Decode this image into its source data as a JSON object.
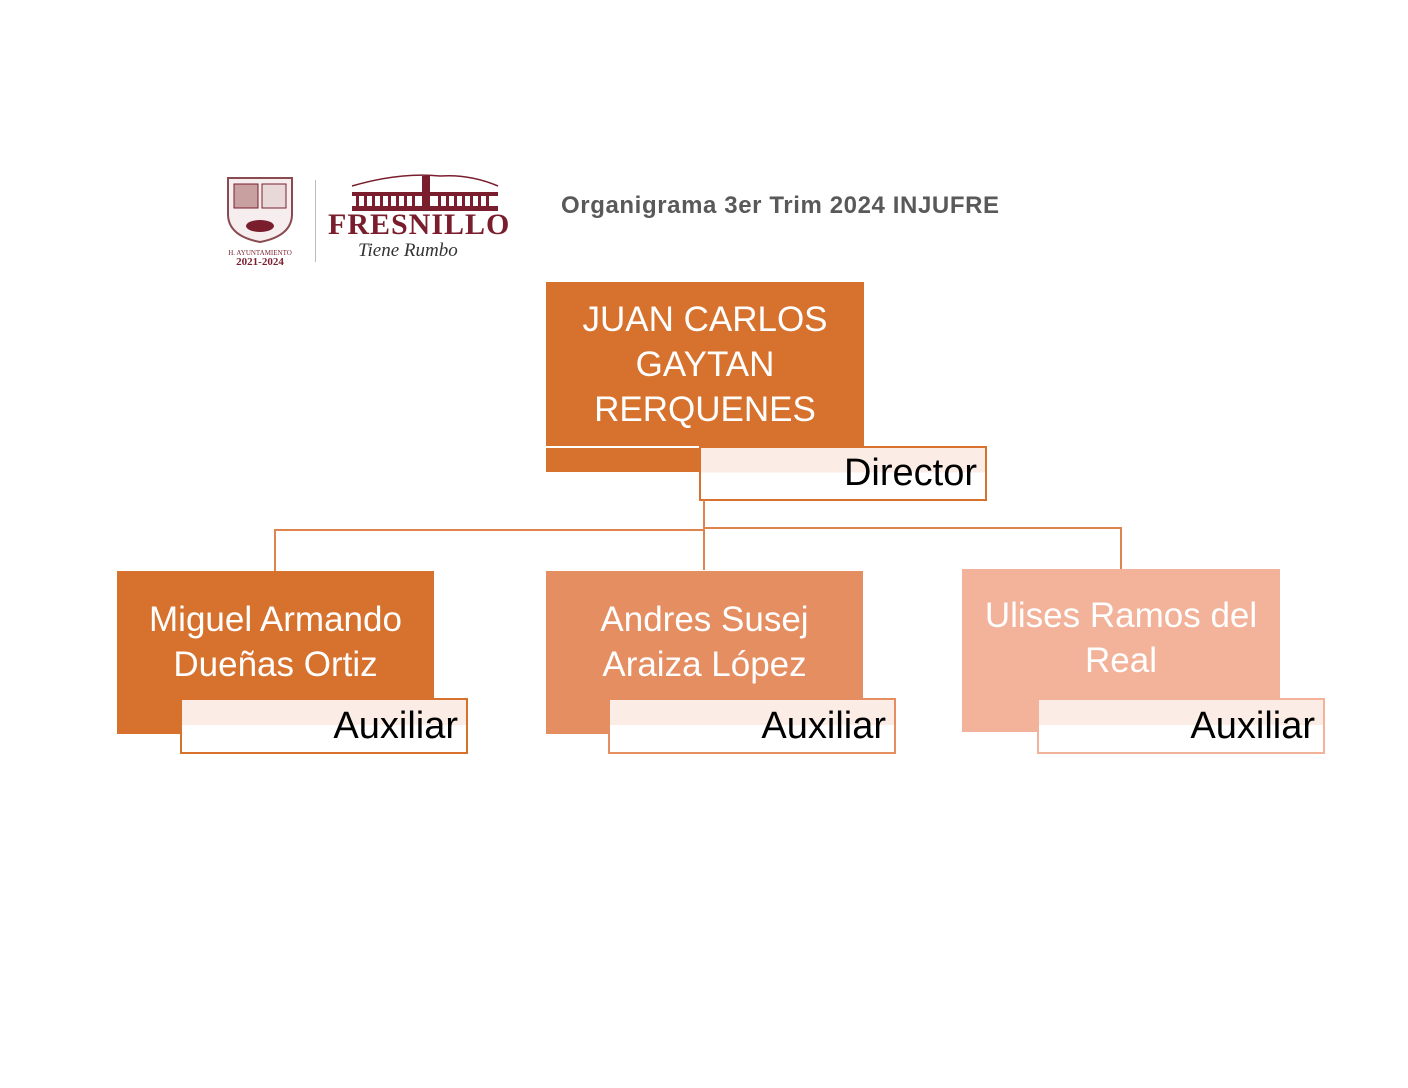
{
  "header": {
    "title": "Organigrama 3er Trim 2024 INJUFRE",
    "logo_left": {
      "caption_line1": "H. AYUNTAMIENTO",
      "caption_line2": "2021-2024"
    },
    "logo_right": {
      "name": "FRESNILLO",
      "tagline": "Tiene Rumbo"
    }
  },
  "colors": {
    "dark": "#D7722E",
    "medium": "#E58E62",
    "light": "#F2B39A",
    "logo": "#7A1E2E"
  },
  "director": {
    "name": "JUAN CARLOS GAYTAN RERQUENES",
    "role": "Director"
  },
  "staff": [
    {
      "name": "Miguel Armando Dueñas Ortiz",
      "role": "Auxiliar"
    },
    {
      "name": "Andres Susej Araiza López",
      "role": "Auxiliar"
    },
    {
      "name": "Ulises Ramos del Real",
      "role": "Auxiliar"
    }
  ]
}
